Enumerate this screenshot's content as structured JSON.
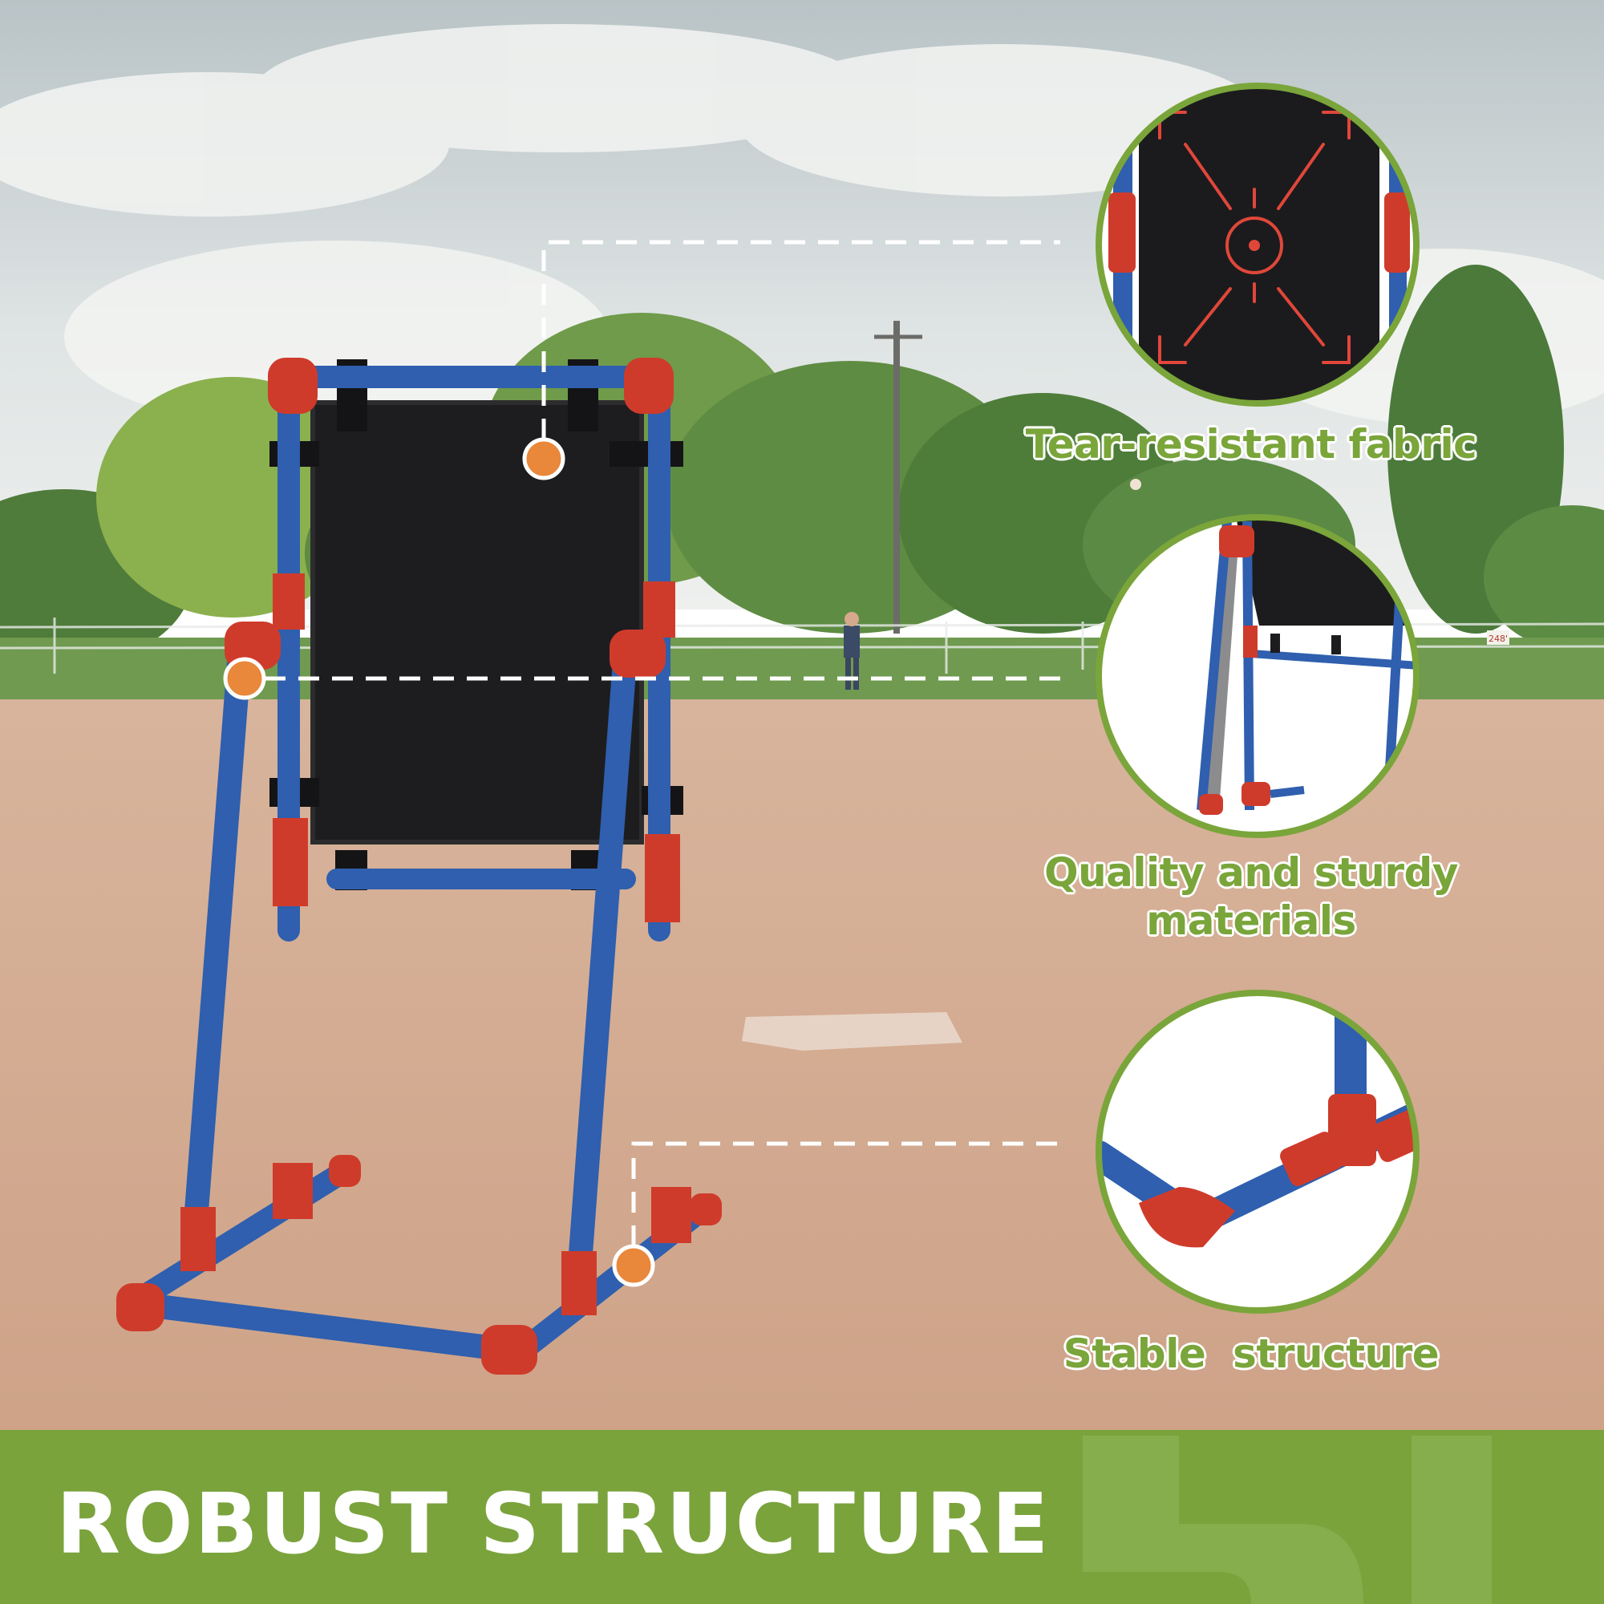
{
  "features": {
    "fabric": "Tear-resistant fabric",
    "materials_line1": "Quality and sturdy",
    "materials_line2": "materials",
    "stable": "Stable  structure"
  },
  "banner": {
    "title": "ROBUST STRUCTURE"
  },
  "scene": {
    "fence_sign": "248'"
  },
  "colors": {
    "accent_green": "#7aa53a",
    "banner_green": "#7aa33c",
    "pipe_blue": "#2f5fae",
    "pipe_red": "#cf3b2b",
    "marker_orange": "#e9873a",
    "target_red": "#e0473a"
  }
}
